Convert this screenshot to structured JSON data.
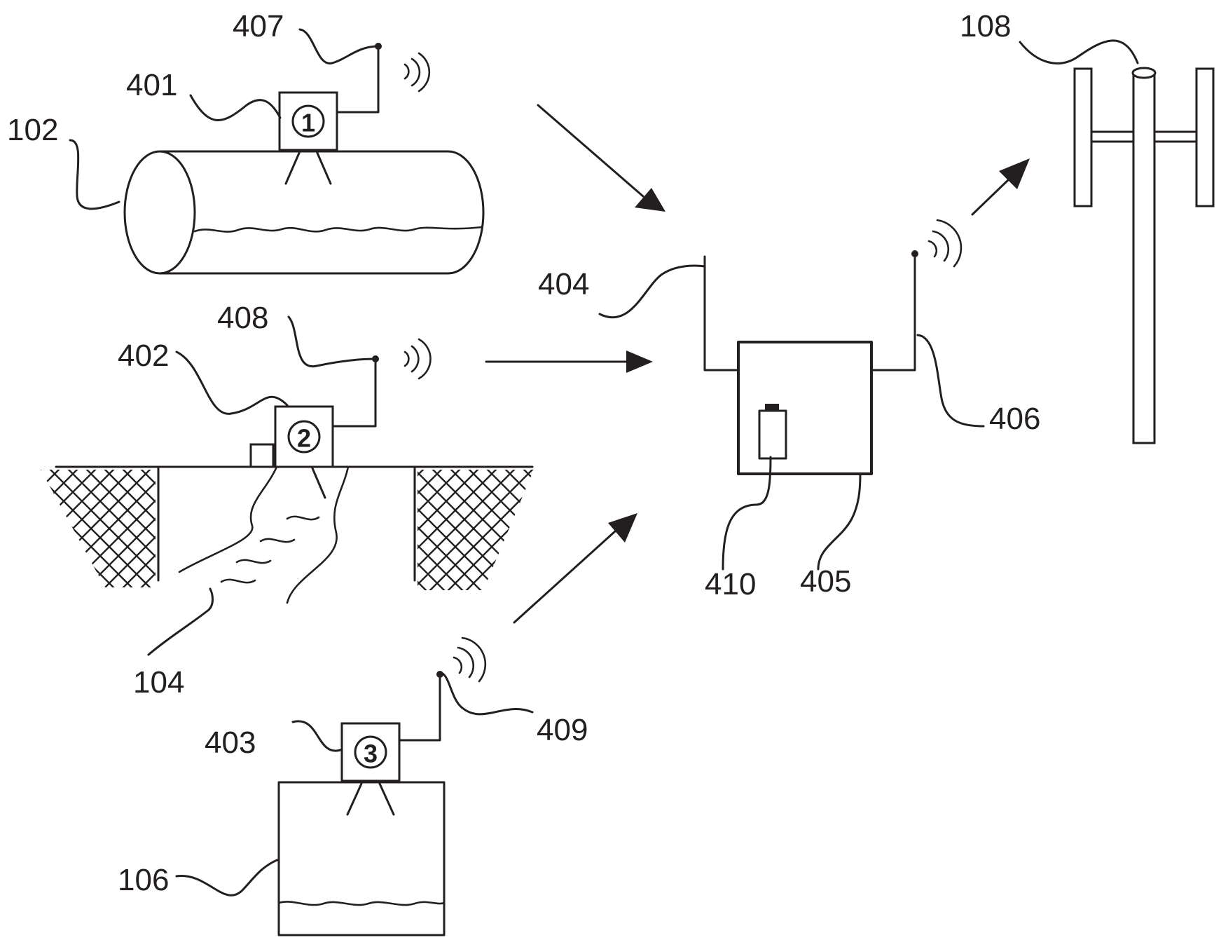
{
  "figure": {
    "labels": {
      "pipe": "102",
      "channel": "104",
      "tank": "106",
      "tower": "108",
      "sensor_1": "401",
      "sensor_2": "402",
      "sensor_3": "403",
      "receiver_antenna": "404",
      "gateway": "405",
      "transmit_antenna": "406",
      "antenna_1": "407",
      "antenna_2": "408",
      "antenna_3": "409",
      "battery": "410"
    },
    "sensor_numbers": {
      "one": "1",
      "two": "2",
      "three": "3"
    }
  },
  "colors": {
    "ink": "#231f20",
    "background": "#ffffff"
  }
}
